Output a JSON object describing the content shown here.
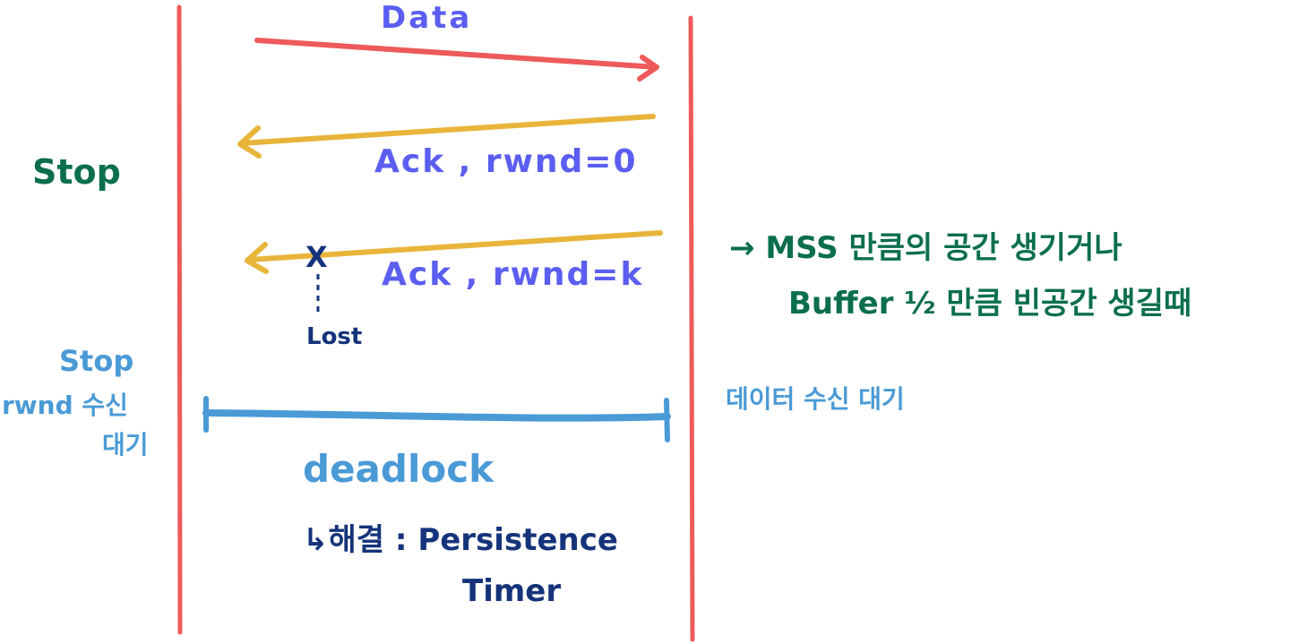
{
  "colors": {
    "timeline": "#ee5a5a",
    "data_arrow": "#ee5a5a",
    "ack_arrow": "#e8b43a",
    "purple_text": "#5b5ef0",
    "green_text": "#0b6e4f",
    "blue_text": "#4a9ad6",
    "navy_text": "#15337a"
  },
  "labels": {
    "data": "Data",
    "ack_zero": "Ack , rwnd=0",
    "ack_k": "Ack , rwnd=k",
    "lost_mark": "X",
    "lost": "Lost",
    "sender_stop": "Stop",
    "sender_wait_line1": "Stop",
    "sender_wait_line2": "rwnd 수신",
    "sender_wait_line3": "대기",
    "receiver_note_line1": "→ MSS 만큼의 공간 생기거나",
    "receiver_note_line2": "Buffer ½ 만큼 빈공간 생길때",
    "receiver_wait": "데이터 수신 대기",
    "deadlock": "deadlock",
    "solution_line1": "↳해결 : Persistence",
    "solution_line2": "Timer"
  }
}
